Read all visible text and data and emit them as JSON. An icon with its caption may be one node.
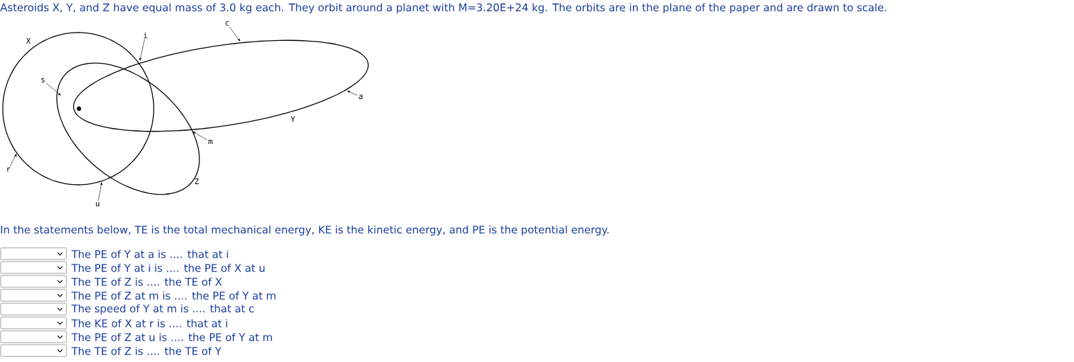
{
  "diagram": {
    "title": "Asteroids X, Y, and Z have equal mass of 3.0 kg each. They orbit around a planet with M=3.20E+24 kg. The orbits are in the plane of the paper and are drawn to scale.",
    "nodes": [
      {
        "text": [
          "c"
        ]
      },
      {
        "text": [
          "i"
        ]
      },
      {
        "text": [
          "s"
        ]
      },
      {
        "text": [
          "a"
        ]
      },
      {
        "text": [
          "m"
        ]
      },
      {
        "text": [
          "r"
        ]
      },
      {
        "text": [
          "u"
        ]
      }
    ],
    "edges": [
      {
        "from": 0,
        "to": null,
        "arrow": "to"
      },
      {
        "from": 1,
        "to": null,
        "arrow": "to"
      },
      {
        "from": 2,
        "to": null,
        "arrow": "to"
      },
      {
        "from": 3,
        "to": null,
        "arrow": "to"
      },
      {
        "from": 4,
        "to": null,
        "arrow": "to"
      },
      {
        "from": 5,
        "to": null,
        "arrow": "to"
      },
      {
        "from": 6,
        "to": null,
        "arrow": "to"
      }
    ],
    "labels": [
      "X",
      "Y",
      "Z",
      "In the statements below, TE is the total mechanical energy, KE is the kinetic energy, and PE is the potential energy.",
      "The PE of Y at a is .... that at i",
      "The PE of Y at i is .... the PE of X at u",
      "The TE of Z is .... the TE of X",
      "The PE of Z at m is .... the PE of Y at m",
      "The speed of Y at m is .... that at c",
      "The KE of X at r is .... that at i",
      "The PE of Z at u is .... the PE of Y at m",
      "The TE of Z is .... the TE of Y"
    ]
  }
}
